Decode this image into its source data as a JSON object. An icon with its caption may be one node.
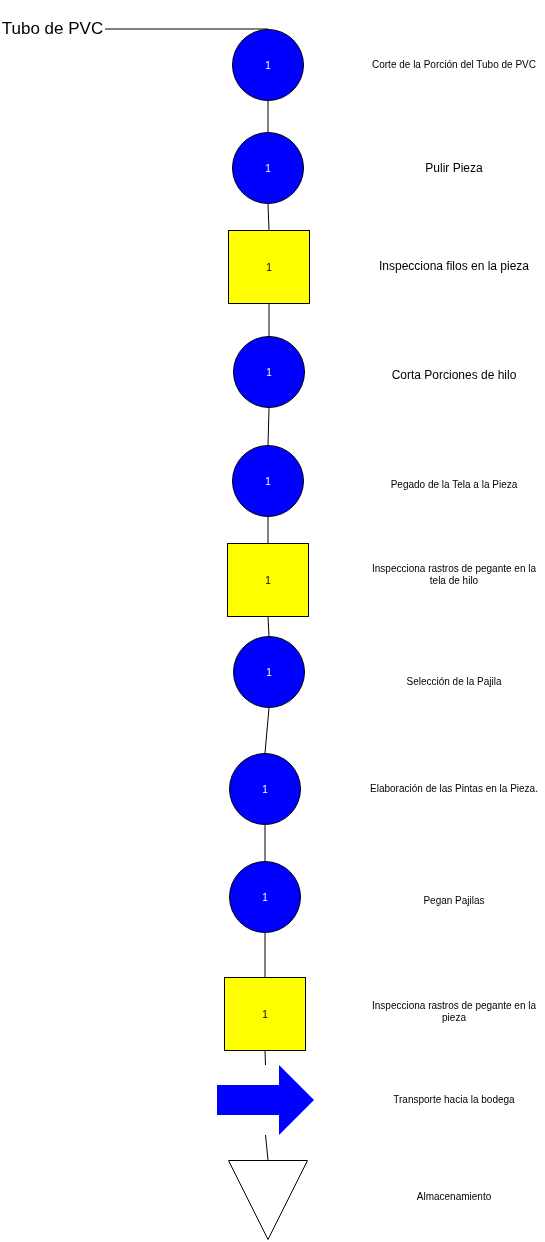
{
  "diagram": {
    "nodes": [
      {
        "text": [
          "Tubo de PVC"
        ]
      },
      {
        "text": [
          "1"
        ]
      },
      {
        "text": [
          "1"
        ]
      },
      {
        "text": [
          "1"
        ]
      },
      {
        "text": [
          "1"
        ]
      },
      {
        "text": [
          "1"
        ]
      },
      {
        "text": [
          "1"
        ]
      },
      {
        "text": [
          "1"
        ]
      },
      {
        "text": [
          "1"
        ]
      },
      {
        "text": [
          "1"
        ]
      },
      {
        "text": [
          "1"
        ]
      },
      {
        "text": [],
        "shape": "arrow"
      },
      {
        "text": [],
        "shape": "triangle"
      }
    ],
    "edges": [
      {
        "from": 0,
        "to": 1,
        "arrow": "none"
      },
      {
        "from": 1,
        "to": 2,
        "arrow": "none"
      },
      {
        "from": 2,
        "to": 3,
        "arrow": "none"
      },
      {
        "from": 3,
        "to": 4,
        "arrow": "none"
      },
      {
        "from": 4,
        "to": 5,
        "arrow": "none"
      },
      {
        "from": 5,
        "to": 6,
        "arrow": "none"
      },
      {
        "from": 6,
        "to": 7,
        "arrow": "none"
      },
      {
        "from": 7,
        "to": 8,
        "arrow": "none"
      },
      {
        "from": 8,
        "to": 9,
        "arrow": "none"
      },
      {
        "from": 9,
        "to": 10,
        "arrow": "none"
      },
      {
        "from": 10,
        "to": 11,
        "arrow": "none"
      },
      {
        "from": 11,
        "to": 12,
        "arrow": "none"
      }
    ],
    "labels": [
      "Corte de la Porción del Tubo de PVC",
      "Pulir Pieza",
      "Inspecciona filos en la pieza",
      "Corta Porciones de hilo",
      "Pegado de la Tela a la Pieza",
      "Inspecciona rastros de pegante en la tela de hilo",
      "Selección de la Pajila",
      "Elaboración de las Pintas en la Pieza.",
      "Pegan Pajilas",
      "Inspecciona rastros de pegante en la pieza",
      "Transporte hacia la bodega",
      "Almacenamiento"
    ]
  }
}
